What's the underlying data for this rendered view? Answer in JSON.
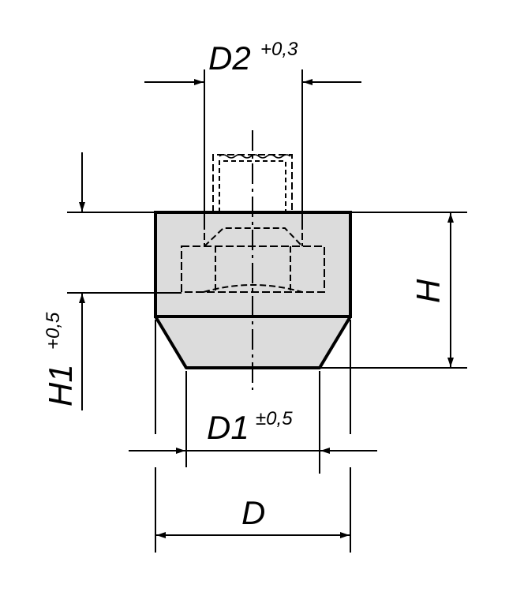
{
  "colors": {
    "line": "#000000",
    "body_fill": "#dcdcdc",
    "background": "#ffffff"
  },
  "dimensions": {
    "d2": {
      "label": "D2",
      "tolerance": "+0,3"
    },
    "h1": {
      "label": "H1",
      "tolerance": "+0,5"
    },
    "h": {
      "label": "H"
    },
    "d1": {
      "label": "D1",
      "tolerance": "±0,5"
    },
    "d": {
      "label": "D"
    }
  }
}
